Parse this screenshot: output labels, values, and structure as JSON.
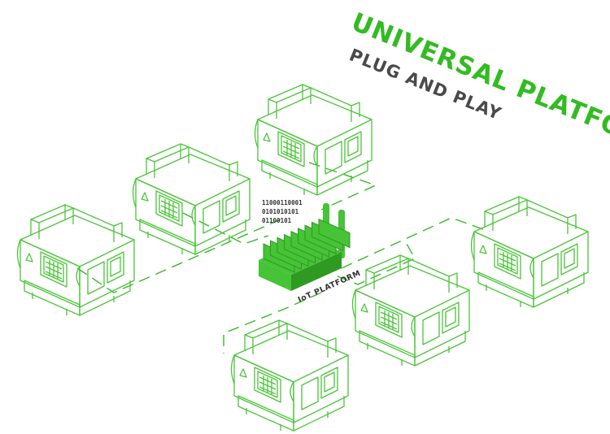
{
  "headline": {
    "title": "UNIVERSAL PLATFORM",
    "subtitle": "PLUG AND PLAY"
  },
  "hub": {
    "label": "IoT PLATFORM",
    "binary_lines": [
      "11000110001",
      "0101010101",
      "01100101"
    ]
  },
  "colors": {
    "accent_green": "#33bb22",
    "machine_line": "#4cc43a",
    "hub_fill": "#46c337",
    "hub_dark": "#2e9a22",
    "subtitle_gray": "#4a4a4a",
    "text_dark": "#333333"
  }
}
